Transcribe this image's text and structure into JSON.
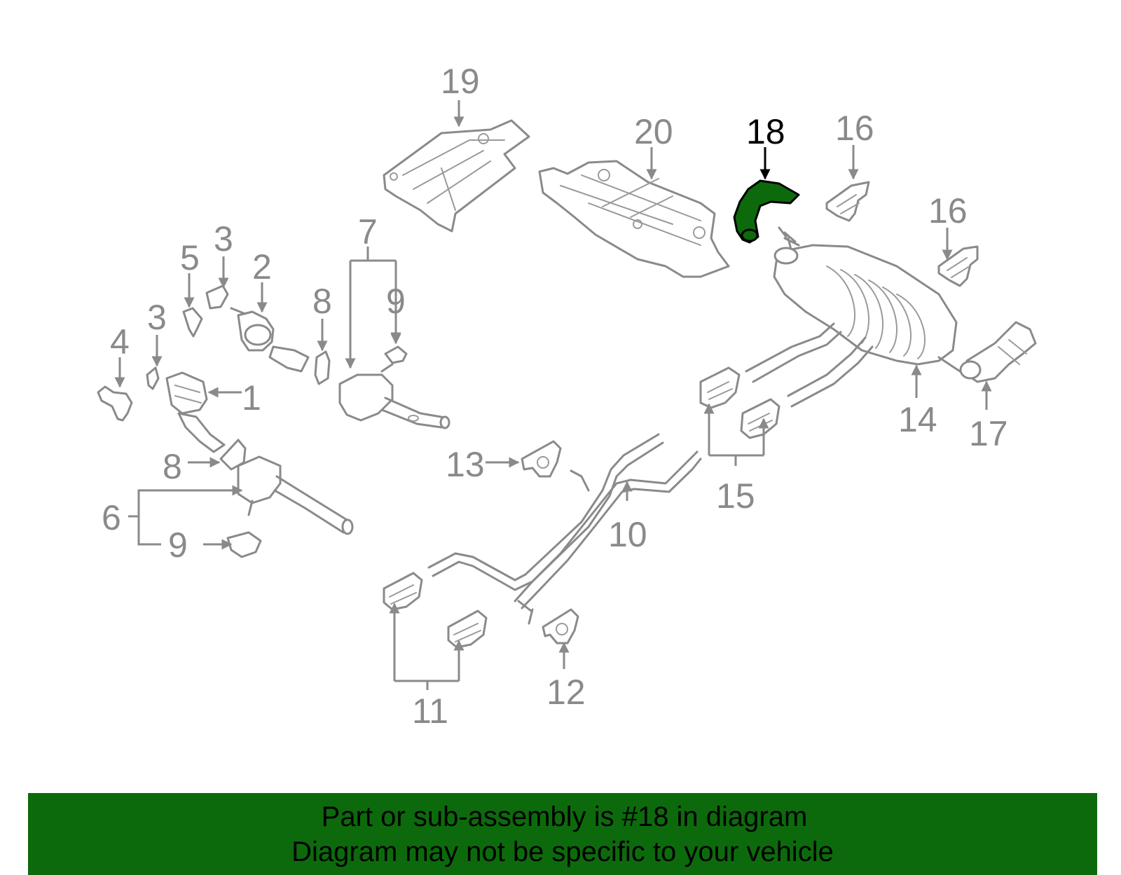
{
  "diagram": {
    "highlight_color": "#0d6a0c",
    "line_color": "#8a8a8a",
    "callouts": [
      {
        "id": "c19",
        "label": "19"
      },
      {
        "id": "c20",
        "label": "20"
      },
      {
        "id": "c18",
        "label": "18",
        "highlighted": true
      },
      {
        "id": "c16a",
        "label": "16"
      },
      {
        "id": "c16b",
        "label": "16"
      },
      {
        "id": "c7",
        "label": "7"
      },
      {
        "id": "c3a",
        "label": "3"
      },
      {
        "id": "c2",
        "label": "2"
      },
      {
        "id": "c5",
        "label": "5"
      },
      {
        "id": "c8a",
        "label": "8"
      },
      {
        "id": "c9a",
        "label": "9"
      },
      {
        "id": "c3b",
        "label": "3"
      },
      {
        "id": "c4",
        "label": "4"
      },
      {
        "id": "c1",
        "label": "1"
      },
      {
        "id": "c8b",
        "label": "8"
      },
      {
        "id": "c6",
        "label": "6"
      },
      {
        "id": "c9b",
        "label": "9"
      },
      {
        "id": "c13",
        "label": "13"
      },
      {
        "id": "c10",
        "label": "10"
      },
      {
        "id": "c15",
        "label": "15"
      },
      {
        "id": "c14",
        "label": "14"
      },
      {
        "id": "c17",
        "label": "17"
      },
      {
        "id": "c11",
        "label": "11"
      },
      {
        "id": "c12",
        "label": "12"
      }
    ]
  },
  "banner": {
    "line1": "Part or sub-assembly is #18 in diagram",
    "line2": "Diagram may not be specific to your vehicle",
    "background": "#0d6a0c"
  }
}
